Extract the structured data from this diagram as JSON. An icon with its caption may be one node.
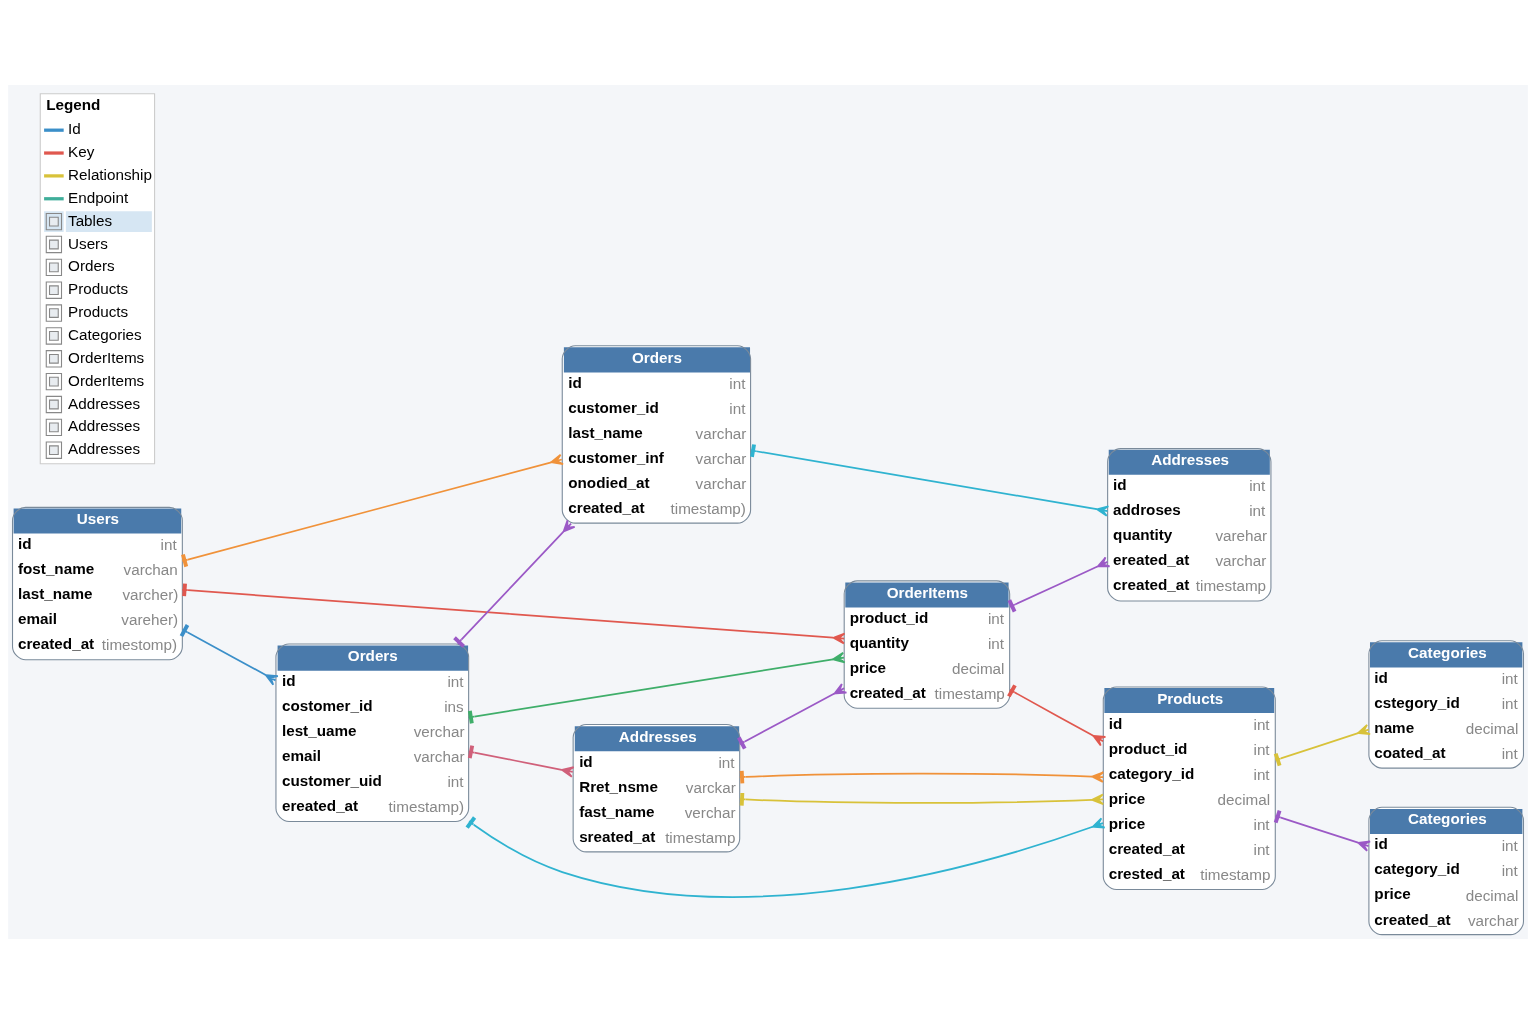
{
  "diagram": {
    "nodes": [
      {
        "text": [
          "Users",
          "id",
          "int",
          "fost_name",
          "varchan",
          "last_name",
          "varcher)",
          "email",
          "vareher)",
          "created_at",
          "timestomp)"
        ]
      },
      {
        "text": [
          "Orders",
          "id",
          "int",
          "customer_id",
          "int",
          "last_name",
          "varchar",
          "customer_inf",
          "varchar",
          "onodied_at",
          "varchar",
          "created_at",
          "timestamp)"
        ]
      },
      {
        "text": [
          "Orders",
          "id",
          "int",
          "costomer_id",
          "ins",
          "lest_uame",
          "verchar",
          "email",
          "varchar",
          "customer_uid",
          "int",
          "ereated_at",
          "timestamp)"
        ]
      },
      {
        "text": [
          "Addresses",
          "id",
          "int",
          "Rret_nsme",
          "varckar",
          "fast_name",
          "verchar",
          "sreated_at",
          "timestamp"
        ]
      },
      {
        "text": [
          "OrderItems",
          "product_id",
          "int",
          "quantity",
          "int",
          "price",
          "decimal",
          "created_at",
          "timestamp"
        ]
      },
      {
        "text": [
          "Categories",
          "id",
          "int",
          "cstegory_id",
          "int",
          "name",
          "decimal",
          "coated_at",
          "int"
        ]
      },
      {
        "text": [
          "Products",
          "id",
          "int",
          "product_id",
          "int",
          "category_id",
          "int",
          "price",
          "decimal",
          "price",
          "int",
          "created_at",
          "int",
          "crested_at",
          "timestamp"
        ]
      },
      {
        "text": [
          "Categories",
          "id",
          "int",
          "category_id",
          "int",
          "price",
          "decimal",
          "created_at",
          "varchar"
        ]
      },
      {
        "text": [
          "Addresses",
          "id",
          "int",
          "addroses",
          "int",
          "quantity",
          "varehar",
          "ereated_at",
          "varchar",
          "created_at",
          "timestamp"
        ]
      }
    ],
    "edges": [
      {
        "from": 0,
        "to": 1,
        "arrow": "other",
        "color": "#f0923a"
      },
      {
        "from": 0,
        "to": 4,
        "arrow": "other",
        "color": "#e0584f"
      },
      {
        "from": 0,
        "to": 2,
        "arrow": "other",
        "color": "#3b8fc9"
      },
      {
        "from": 2,
        "to": 1,
        "arrow": "other",
        "color": "#9b59c6"
      },
      {
        "from": 1,
        "to": 8,
        "arrow": "other",
        "color": "#2fb3d0"
      },
      {
        "from": 2,
        "to": 6,
        "arrow": "other",
        "color": "#2fb3d0"
      },
      {
        "from": 2,
        "to": 4,
        "arrow": "other",
        "color": "#3fae6a"
      },
      {
        "from": 2,
        "to": 3,
        "arrow": "other",
        "color": "#d0607a"
      },
      {
        "from": 3,
        "to": 6,
        "arrow": "other",
        "color": "#d8c23a"
      },
      {
        "from": 3,
        "to": 6,
        "arrow": "other",
        "color": "#f0923a"
      },
      {
        "from": 3,
        "to": 4,
        "arrow": "other",
        "color": "#9b59c6"
      },
      {
        "from": 4,
        "to": 6,
        "arrow": "other",
        "color": "#e0584f"
      },
      {
        "from": 4,
        "to": 8,
        "arrow": "other",
        "color": "#9b59c6"
      },
      {
        "from": 6,
        "to": 5,
        "arrow": "other",
        "color": "#d8c23a"
      },
      {
        "from": 6,
        "to": 7,
        "arrow": "other",
        "color": "#9b59c6"
      }
    ],
    "labels": [
      "Legend",
      "Tables",
      "Users",
      "Orders",
      "Products",
      "Products",
      "Categories",
      "OrderItems",
      "OrderItems",
      "Addresses",
      "Addresses",
      "Addresses"
    ],
    "legend": [
      {
        "text": "Id",
        "color": "#3b8fc9"
      },
      {
        "text": "Key",
        "color": "#e0584f"
      },
      {
        "text": "Relationship",
        "color": "#d8c23a"
      },
      {
        "text": "Endpoint",
        "color": "#3fae9a"
      }
    ]
  }
}
